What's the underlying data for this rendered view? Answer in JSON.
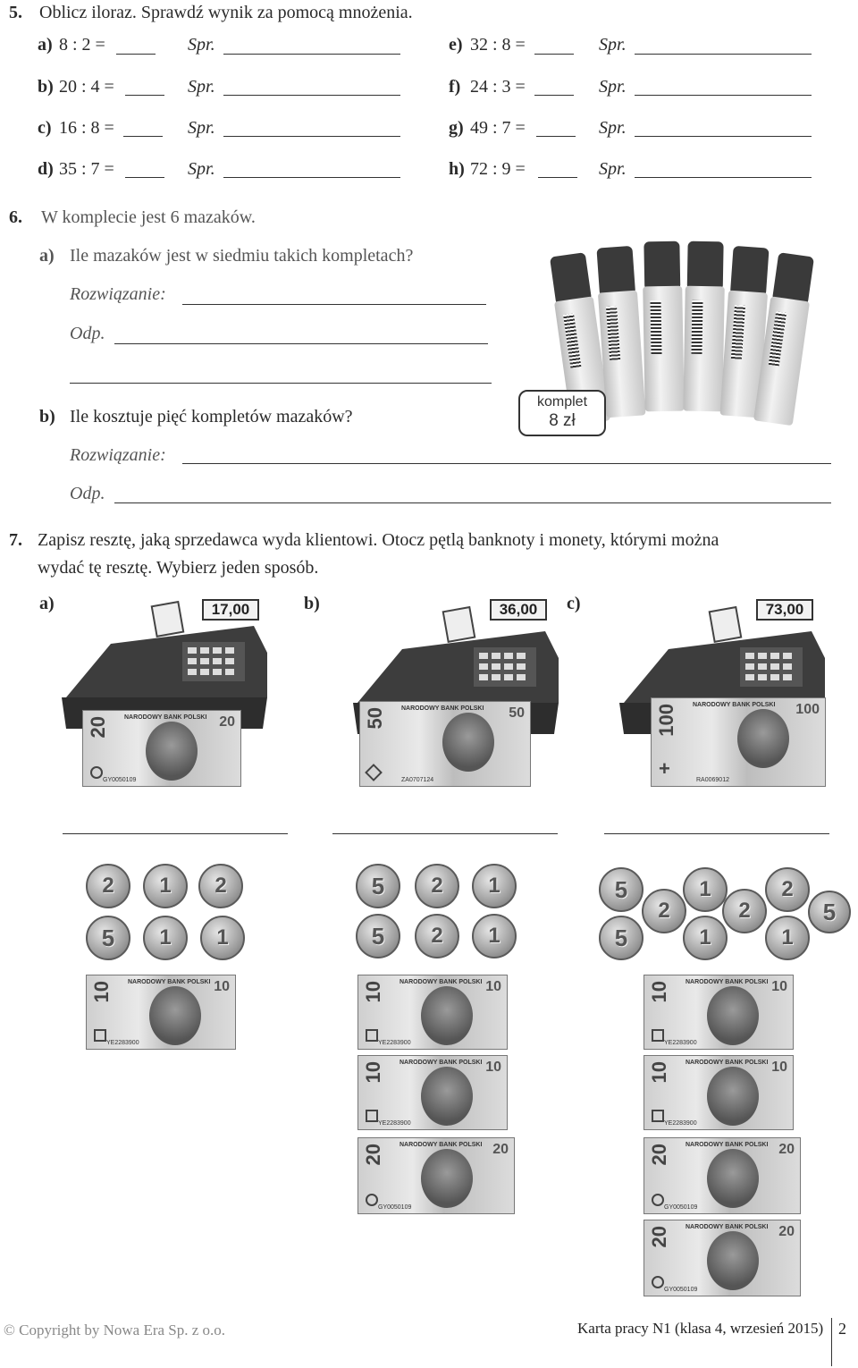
{
  "ex5": {
    "number": "5.",
    "instruction": "Oblicz iloraz. Sprawdź wynik za pomocą mnożenia.",
    "check_label": "Spr.",
    "items": [
      {
        "label": "a)",
        "expr": "8 : 2 ="
      },
      {
        "label": "b)",
        "expr": "20 : 4 ="
      },
      {
        "label": "c)",
        "expr": "16 : 8 ="
      },
      {
        "label": "d)",
        "expr": "35 : 7 ="
      },
      {
        "label": "e)",
        "expr": "32 : 8 ="
      },
      {
        "label": "f)",
        "expr": "24 : 3 ="
      },
      {
        "label": "g)",
        "expr": "49 : 7 ="
      },
      {
        "label": "h)",
        "expr": "72 : 9 ="
      }
    ]
  },
  "ex6": {
    "number": "6.",
    "intro": "W komplecie jest 6 mazaków.",
    "a_label": "a)",
    "a_question": "Ile mazaków jest w siedmiu takich kompletach?",
    "b_label": "b)",
    "b_question": "Ile kosztuje pięć kompletów mazaków?",
    "solution_label": "Rozwiązanie:",
    "answer_label": "Odp.",
    "price_tag": {
      "line1": "komplet",
      "line2": "8 zł"
    }
  },
  "ex7": {
    "number": "7.",
    "instruction_line1": "Zapisz resztę, jaką sprzedawca wyda klientowi. Otocz pętlą banknoty i monety, którymi można",
    "instruction_line2": "wydać tę resztę. Wybierz jeden sposób.",
    "columns": [
      {
        "label": "a)",
        "price": "17,00",
        "paid_note": "20",
        "coins": [
          "2",
          "1",
          "2",
          "5",
          "1",
          "1"
        ],
        "notes": [
          "10"
        ]
      },
      {
        "label": "b)",
        "price": "36,00",
        "paid_note": "50",
        "coins": [
          "5",
          "2",
          "1",
          "5",
          "2",
          "1"
        ],
        "notes": [
          "10",
          "10",
          "20"
        ]
      },
      {
        "label": "c)",
        "price": "73,00",
        "paid_note": "100",
        "coins": [
          "5",
          "2",
          "1",
          "2",
          "2",
          "5",
          "5",
          "1",
          "1"
        ],
        "notes": [
          "10",
          "10",
          "20",
          "20"
        ]
      }
    ]
  },
  "banknote_text": {
    "bank": "NARODOWY BANK POLSKI",
    "serial_10": "YE2283900",
    "serial_20": "GY0050109",
    "serial_50": "ZA0707124",
    "serial_100": "RA0069012"
  },
  "footer": {
    "copyright": "© Copyright by Nowa Era Sp. z o.o.",
    "worksheet": "Karta pracy N1 (klasa 4, wrzesień 2015)",
    "page": "2"
  }
}
